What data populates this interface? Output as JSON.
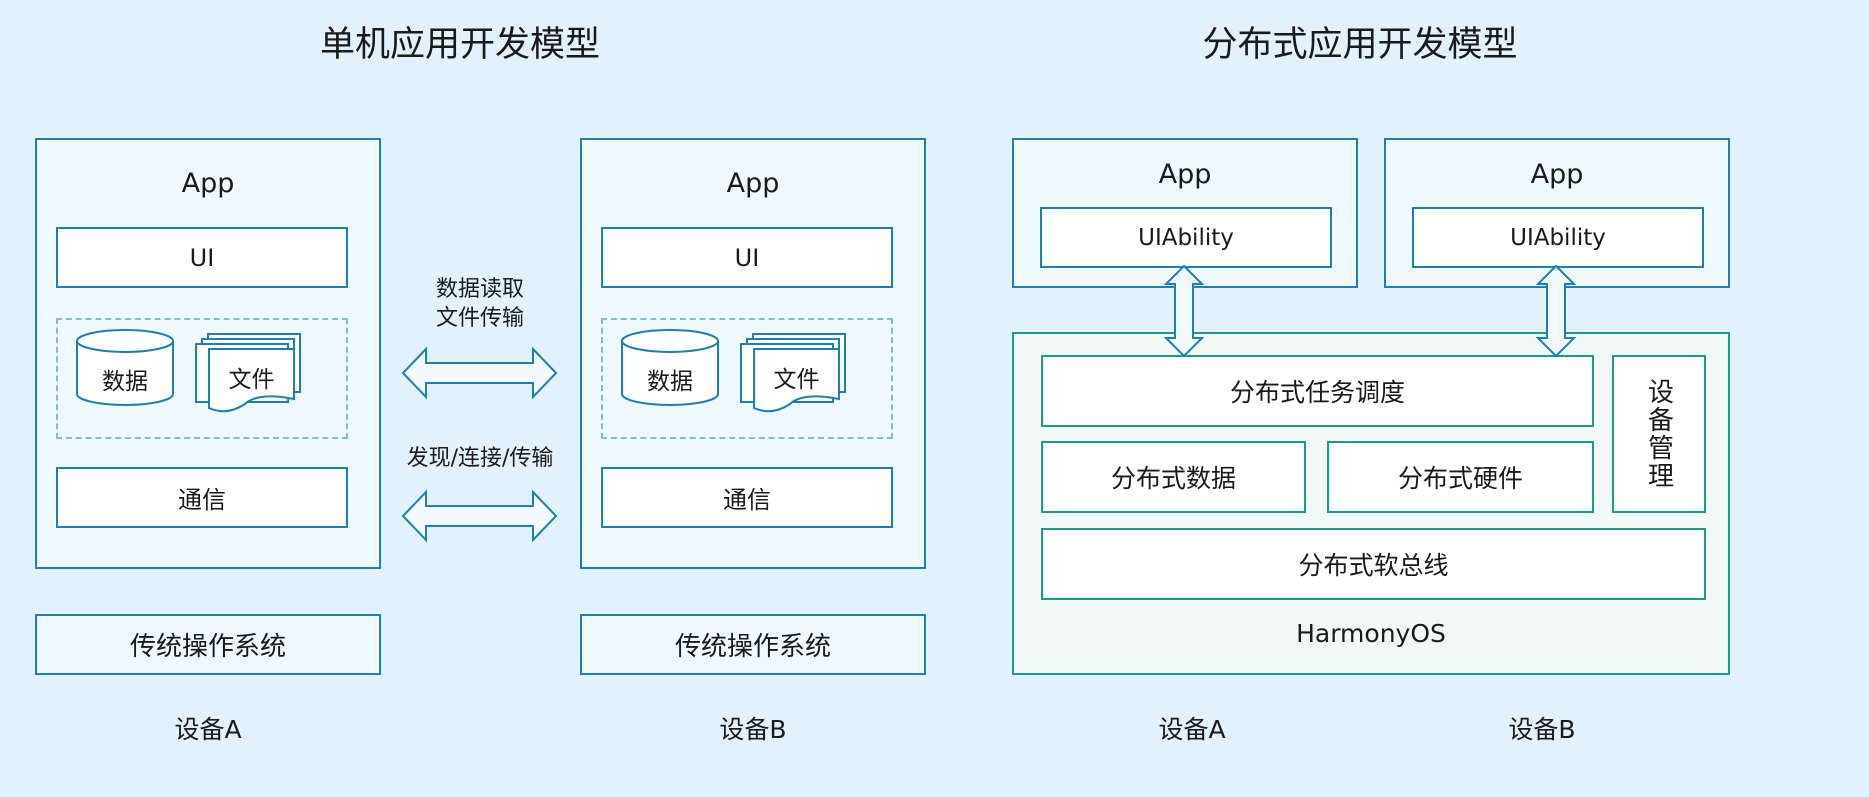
{
  "titles": {
    "left": "单机应用开发模型",
    "right": "分布式应用开发模型"
  },
  "standalone": {
    "app": "App",
    "ui": "UI",
    "data": "数据",
    "file": "文件",
    "comm": "通信",
    "os": "传统操作系统",
    "device_a": "设备A",
    "device_b": "设备B",
    "link_top_line1": "数据读取",
    "link_top_line2": "文件传输",
    "link_bottom": "发现/连接/传输"
  },
  "distributed": {
    "app": "App",
    "uiability": "UIAbility",
    "scheduling": "分布式任务调度",
    "data": "分布式数据",
    "hardware": "分布式硬件",
    "device_mgmt": "设备管理",
    "softbus": "分布式软总线",
    "os": "HarmonyOS",
    "device_a": "设备A",
    "device_b": "设备B"
  },
  "colors": {
    "background": "#e3f1fc",
    "blue_border": "#1d7fb3",
    "teal_border": "#1a9b8c",
    "dashed": "#7cc0cf"
  }
}
